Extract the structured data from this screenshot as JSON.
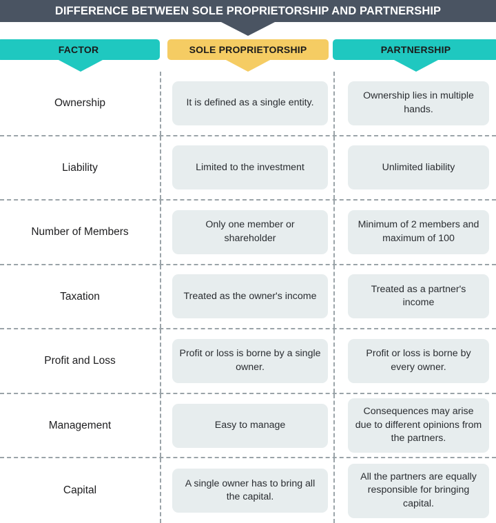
{
  "title": "DIFFERENCE BETWEEN SOLE PROPRIETORSHIP AND PARTNERSHIP",
  "colors": {
    "title_bar": "#4a5462",
    "teal": "#1fc8c0",
    "amber": "#f5cc63",
    "card": "#e7edee",
    "divider": "#9aa3a8",
    "text": "#1d1d1f"
  },
  "columns": [
    {
      "key": "factor",
      "label": "FACTOR",
      "accent": "#1fc8c0"
    },
    {
      "key": "sole",
      "label": "SOLE PROPRIETORSHIP",
      "accent": "#f5cc63"
    },
    {
      "key": "partnership",
      "label": "PARTNERSHIP",
      "accent": "#1fc8c0"
    }
  ],
  "rows": [
    {
      "factor": "Ownership",
      "sole": "It is defined as a single entity.",
      "partnership": "Ownership lies in multiple hands."
    },
    {
      "factor": "Liability",
      "sole": "Limited to the investment",
      "partnership": "Unlimited liability"
    },
    {
      "factor": "Number of Members",
      "sole": "Only one member or shareholder",
      "partnership": "Minimum of 2 members and maximum of 100"
    },
    {
      "factor": "Taxation",
      "sole": "Treated as the owner's income",
      "partnership": "Treated as a partner's income"
    },
    {
      "factor": "Profit and Loss",
      "sole": "Profit or loss is borne by a single owner.",
      "partnership": "Profit or loss is borne by every owner."
    },
    {
      "factor": "Management",
      "sole": "Easy to manage",
      "partnership": "Consequences may arise due to different opinions from the partners."
    },
    {
      "factor": "Capital",
      "sole": "A single owner has to bring all the capital.",
      "partnership": "All the partners are equally responsible for bringing capital."
    }
  ]
}
